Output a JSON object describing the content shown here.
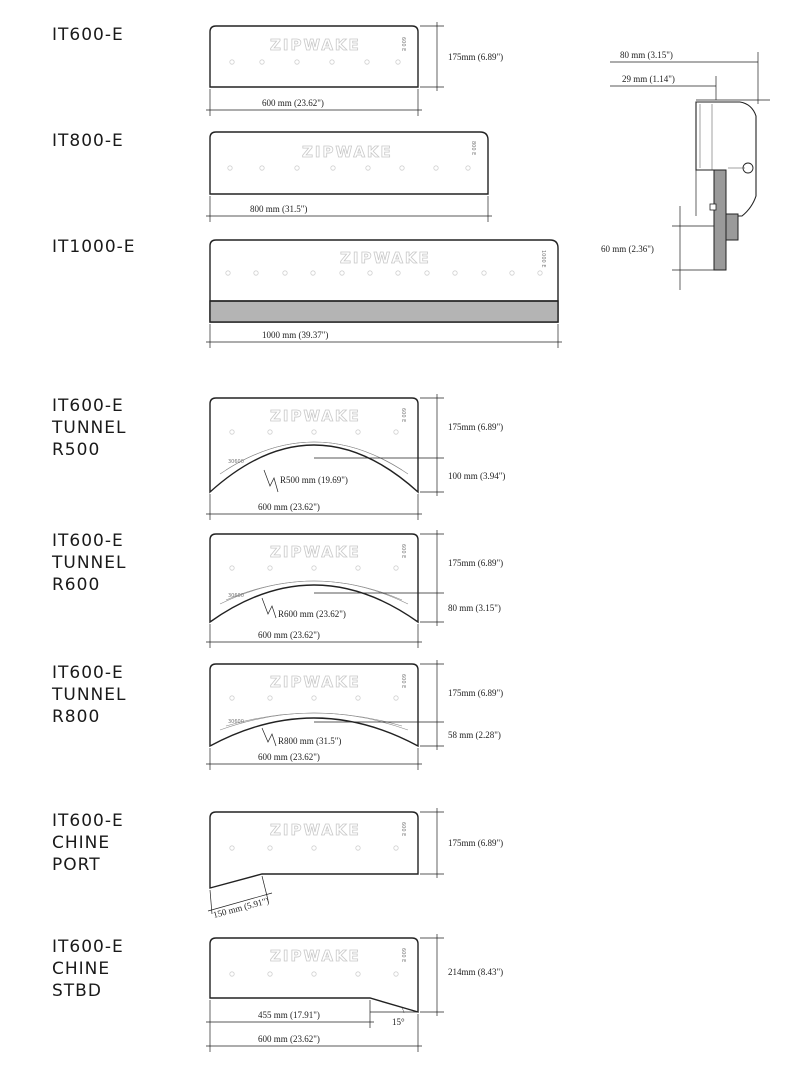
{
  "brand": "ZIPWAKE",
  "panels": [
    {
      "id": "it600e",
      "name_lines": [
        "IT600-E"
      ],
      "part_code": "600 E",
      "dims": {
        "height": "175mm (6.89\")",
        "width": "600 mm (23.62\")"
      }
    },
    {
      "id": "it800e",
      "name_lines": [
        "IT800-E"
      ],
      "part_code": "800 E",
      "dims": {
        "width": "800 mm (31.5\")"
      }
    },
    {
      "id": "it1000e",
      "name_lines": [
        "IT1000-E"
      ],
      "part_code": "1000 E",
      "dims": {
        "width": "1000 mm (39.37\")"
      }
    },
    {
      "id": "r500",
      "name_lines": [
        "IT600-E",
        "TUNNEL",
        "R500"
      ],
      "part_code": "600 E",
      "tunnel_code": "30600",
      "dims": {
        "height": "175mm (6.89\")",
        "tunnel": "100 mm (3.94\")",
        "radius": "R500 mm (19.69\")",
        "width": "600 mm (23.62\")"
      }
    },
    {
      "id": "r600",
      "name_lines": [
        "IT600-E",
        "TUNNEL",
        "R600"
      ],
      "part_code": "600 E",
      "tunnel_code": "30600",
      "dims": {
        "height": "175mm (6.89\")",
        "tunnel": "80 mm (3.15\")",
        "radius": "R600 mm (23.62\")",
        "width": "600 mm (23.62\")"
      }
    },
    {
      "id": "r800",
      "name_lines": [
        "IT600-E",
        "TUNNEL",
        "R800"
      ],
      "part_code": "600 E",
      "tunnel_code": "30600",
      "dims": {
        "height": "175mm (6.89\")",
        "tunnel": "58 mm (2.28\")",
        "radius": "R800 mm (31.5\")",
        "width": "600 mm (23.62\")"
      }
    },
    {
      "id": "chine-port",
      "name_lines": [
        "IT600-E",
        "CHINE",
        "PORT"
      ],
      "part_code": "600 E",
      "dims": {
        "height": "175mm (6.89\")",
        "chine": "150 mm (5.91\")"
      }
    },
    {
      "id": "chine-stbd",
      "name_lines": [
        "IT600-E",
        "CHINE",
        "STBD"
      ],
      "part_code": "600 E",
      "dims": {
        "height": "214mm (8.43\")",
        "partial": "455 mm (17.91\")",
        "angle": "15°",
        "width": "600 mm (23.62\")"
      }
    }
  ],
  "side_view": {
    "depth": "80 mm (3.15\")",
    "offset": "29 mm (1.14\")",
    "drop": "60 mm (2.36\")"
  }
}
